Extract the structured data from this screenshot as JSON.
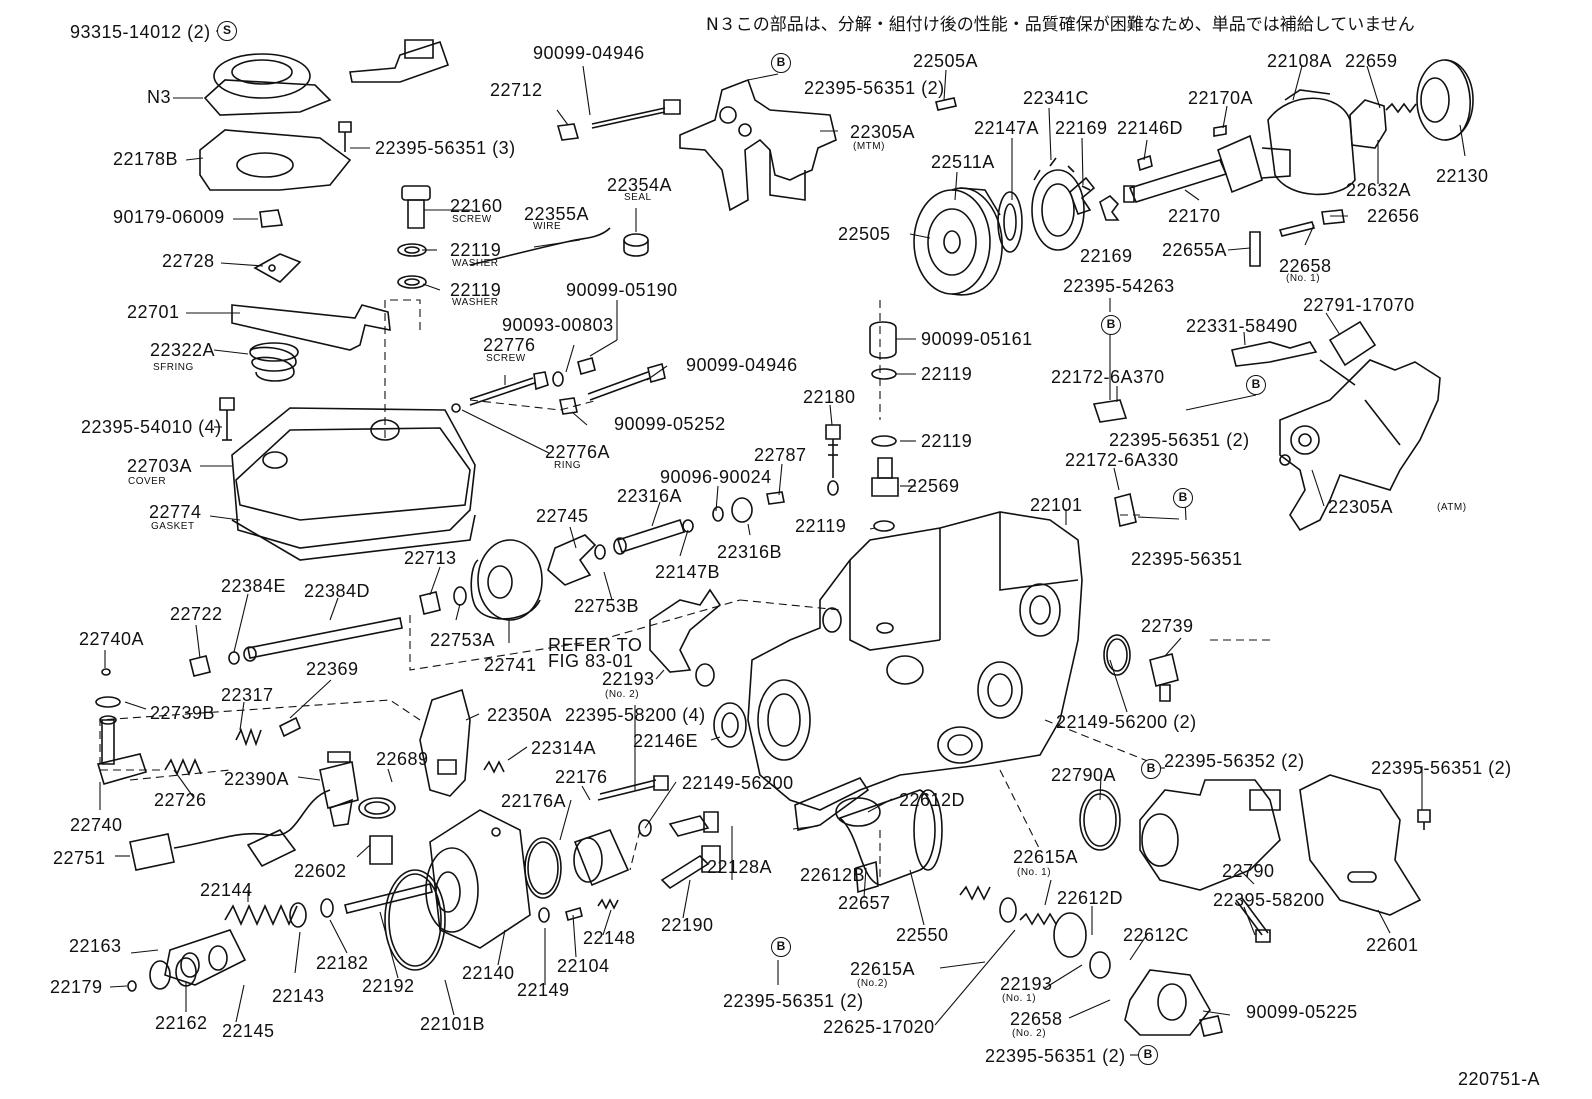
{
  "diagram": {
    "note": "N３この部品は、分解・組付け後の性能・品質確保が困難なため、単品では補給していません",
    "figure_id": "220751-A",
    "refer": {
      "line1": "REFER TO",
      "line2": "FIG 83-01"
    },
    "marks": {
      "s": "S",
      "b": "B"
    },
    "callouts": [
      {
        "id": "p93315",
        "text": "93315-14012 (2)"
      },
      {
        "id": "pN3",
        "text": "N3"
      },
      {
        "id": "p22178B",
        "text": "22178B"
      },
      {
        "id": "p22395_56351_3",
        "text": "22395-56351 (3)"
      },
      {
        "id": "p90179",
        "text": "90179-06009"
      },
      {
        "id": "p22728",
        "text": "22728"
      },
      {
        "id": "p22701",
        "text": "22701"
      },
      {
        "id": "p22322A",
        "text": "22322A"
      },
      {
        "id": "p22395_54010",
        "text": "22395-54010 (4)"
      },
      {
        "id": "p22703A",
        "text": "22703A"
      },
      {
        "id": "p22774",
        "text": "22774"
      },
      {
        "id": "p22712",
        "text": "22712"
      },
      {
        "id": "p90099_04946a",
        "text": "90099-04946"
      },
      {
        "id": "p22160",
        "text": "22160"
      },
      {
        "id": "p22119a",
        "text": "22119"
      },
      {
        "id": "p22119b",
        "text": "22119"
      },
      {
        "id": "p22355A",
        "text": "22355A"
      },
      {
        "id": "p22354A",
        "text": "22354A"
      },
      {
        "id": "p90099_05190",
        "text": "90099-05190"
      },
      {
        "id": "p90093",
        "text": "90093-00803"
      },
      {
        "id": "p22776",
        "text": "22776"
      },
      {
        "id": "p90099_04946b",
        "text": "90099-04946"
      },
      {
        "id": "p90099_05252",
        "text": "90099-05252"
      },
      {
        "id": "p22776A",
        "text": "22776A"
      },
      {
        "id": "p22395_56351_2a",
        "text": "22395-56351 (2)"
      },
      {
        "id": "p22305A_mtm",
        "text": "22305A"
      },
      {
        "id": "p22505A",
        "text": "22505A"
      },
      {
        "id": "p22341C",
        "text": "22341C"
      },
      {
        "id": "p22147A",
        "text": "22147A"
      },
      {
        "id": "p22169a",
        "text": "22169"
      },
      {
        "id": "p22146D",
        "text": "22146D"
      },
      {
        "id": "p22511A",
        "text": "22511A"
      },
      {
        "id": "p22505",
        "text": "22505"
      },
      {
        "id": "p22169b",
        "text": "22169"
      },
      {
        "id": "p22108A",
        "text": "22108A"
      },
      {
        "id": "p22659",
        "text": "22659"
      },
      {
        "id": "p22170A",
        "text": "22170A"
      },
      {
        "id": "p22632A",
        "text": "22632A"
      },
      {
        "id": "p22130",
        "text": "22130"
      },
      {
        "id": "p22170",
        "text": "22170"
      },
      {
        "id": "p22656",
        "text": "22656"
      },
      {
        "id": "p22655A",
        "text": "22655A"
      },
      {
        "id": "p22658a",
        "text": "22658"
      },
      {
        "id": "p22395_54263",
        "text": "22395-54263"
      },
      {
        "id": "p22791",
        "text": "22791-17070"
      },
      {
        "id": "p22331",
        "text": "22331-58490"
      },
      {
        "id": "p90099_05161",
        "text": "90099-05161"
      },
      {
        "id": "p22119c",
        "text": "22119"
      },
      {
        "id": "p22172_370",
        "text": "22172-6A370"
      },
      {
        "id": "p22395_56351_2b",
        "text": "22395-56351 (2)"
      },
      {
        "id": "p22172_330",
        "text": "22172-6A330"
      },
      {
        "id": "p22305A_atm",
        "text": "22305A"
      },
      {
        "id": "p22395_56351c",
        "text": "22395-56351"
      },
      {
        "id": "p22180",
        "text": "22180"
      },
      {
        "id": "p22119d",
        "text": "22119"
      },
      {
        "id": "p22569",
        "text": "22569"
      },
      {
        "id": "p22787",
        "text": "22787"
      },
      {
        "id": "p90096",
        "text": "90096-90024"
      },
      {
        "id": "p22316A",
        "text": "22316A"
      },
      {
        "id": "p22316B",
        "text": "22316B"
      },
      {
        "id": "p22147B",
        "text": "22147B"
      },
      {
        "id": "p22745",
        "text": "22745"
      },
      {
        "id": "p22119e",
        "text": "22119"
      },
      {
        "id": "p22101",
        "text": "22101"
      },
      {
        "id": "p22753B",
        "text": "22753B"
      },
      {
        "id": "p22713",
        "text": "22713"
      },
      {
        "id": "p22753A",
        "text": "22753A"
      },
      {
        "id": "p22741",
        "text": "22741"
      },
      {
        "id": "p22384E",
        "text": "22384E"
      },
      {
        "id": "p22384D",
        "text": "22384D"
      },
      {
        "id": "p22722",
        "text": "22722"
      },
      {
        "id": "p22740A",
        "text": "22740A"
      },
      {
        "id": "p22739B",
        "text": "22739B"
      },
      {
        "id": "p22369",
        "text": "22369"
      },
      {
        "id": "p22317",
        "text": "22317"
      },
      {
        "id": "p22193a",
        "text": "22193"
      },
      {
        "id": "p22739",
        "text": "22739"
      },
      {
        "id": "p22149_56200_2",
        "text": "22149-56200 (2)"
      },
      {
        "id": "p22350A",
        "text": "22350A"
      },
      {
        "id": "p22395_58200_4",
        "text": "22395-58200 (4)"
      },
      {
        "id": "p22146E",
        "text": "22146E"
      },
      {
        "id": "p22314A",
        "text": "22314A"
      },
      {
        "id": "p22689",
        "text": "22689"
      },
      {
        "id": "p22390A",
        "text": "22390A"
      },
      {
        "id": "p22726",
        "text": "22726"
      },
      {
        "id": "p22740",
        "text": "22740"
      },
      {
        "id": "p22176",
        "text": "22176"
      },
      {
        "id": "p22176A",
        "text": "22176A"
      },
      {
        "id": "p22149_56200",
        "text": "22149-56200"
      },
      {
        "id": "p22612D_a",
        "text": "22612D"
      },
      {
        "id": "p22395_56352",
        "text": "22395-56352 (2)"
      },
      {
        "id": "p22790A",
        "text": "22790A"
      },
      {
        "id": "p22395_56351_2c",
        "text": "22395-56351 (2)"
      },
      {
        "id": "p22751",
        "text": "22751"
      },
      {
        "id": "p22602",
        "text": "22602"
      },
      {
        "id": "p22128A",
        "text": "22128A"
      },
      {
        "id": "p22612B",
        "text": "22612B"
      },
      {
        "id": "p22615A_1",
        "text": "22615A"
      },
      {
        "id": "p22790",
        "text": "22790"
      },
      {
        "id": "p22395_58200",
        "text": "22395-58200"
      },
      {
        "id": "p22144",
        "text": "22144"
      },
      {
        "id": "p22657",
        "text": "22657"
      },
      {
        "id": "p22612D_b",
        "text": "22612D"
      },
      {
        "id": "p22190",
        "text": "22190"
      },
      {
        "id": "p22148",
        "text": "22148"
      },
      {
        "id": "p22550",
        "text": "22550"
      },
      {
        "id": "p22612C",
        "text": "22612C"
      },
      {
        "id": "p22601",
        "text": "22601"
      },
      {
        "id": "p22163",
        "text": "22163"
      },
      {
        "id": "p22182",
        "text": "22182"
      },
      {
        "id": "p22104",
        "text": "22104"
      },
      {
        "id": "p22140",
        "text": "22140"
      },
      {
        "id": "p22615A_2",
        "text": "22615A"
      },
      {
        "id": "p22193b",
        "text": "22193"
      },
      {
        "id": "p22179",
        "text": "22179"
      },
      {
        "id": "p22143",
        "text": "22143"
      },
      {
        "id": "p22192",
        "text": "22192"
      },
      {
        "id": "p22149",
        "text": "22149"
      },
      {
        "id": "p22395_56351_2d",
        "text": "22395-56351 (2)"
      },
      {
        "id": "p22658b",
        "text": "22658"
      },
      {
        "id": "p90099_05225",
        "text": "90099-05225"
      },
      {
        "id": "p22162",
        "text": "22162"
      },
      {
        "id": "p22145",
        "text": "22145"
      },
      {
        "id": "p22101B",
        "text": "22101B"
      },
      {
        "id": "p22625",
        "text": "22625-17020"
      },
      {
        "id": "p22395_56351_2e",
        "text": "22395-56351 (2)"
      }
    ],
    "sublabels": [
      {
        "id": "s_screw1",
        "text": "SCREW"
      },
      {
        "id": "s_washer1",
        "text": "WASHER"
      },
      {
        "id": "s_washer2",
        "text": "WASHER"
      },
      {
        "id": "s_wire",
        "text": "WIRE"
      },
      {
        "id": "s_seal",
        "text": "SEAL"
      },
      {
        "id": "s_sfring",
        "text": "SFRING"
      },
      {
        "id": "s_cover",
        "text": "COVER"
      },
      {
        "id": "s_gasket",
        "text": "GASKET"
      },
      {
        "id": "s_screw2",
        "text": "SCREW"
      },
      {
        "id": "s_ring",
        "text": "RING"
      },
      {
        "id": "s_mtm",
        "text": "(MTM)"
      },
      {
        "id": "s_atm",
        "text": "(ATM)"
      },
      {
        "id": "s_no1a",
        "text": "(No. 1)"
      },
      {
        "id": "s_no2a",
        "text": "(No. 2)"
      },
      {
        "id": "s_no1b",
        "text": "(No. 1)"
      },
      {
        "id": "s_no2b",
        "text": "(No.2)"
      },
      {
        "id": "s_no1c",
        "text": "(No. 1)"
      },
      {
        "id": "s_no2c",
        "text": "(No. 2)"
      }
    ]
  }
}
